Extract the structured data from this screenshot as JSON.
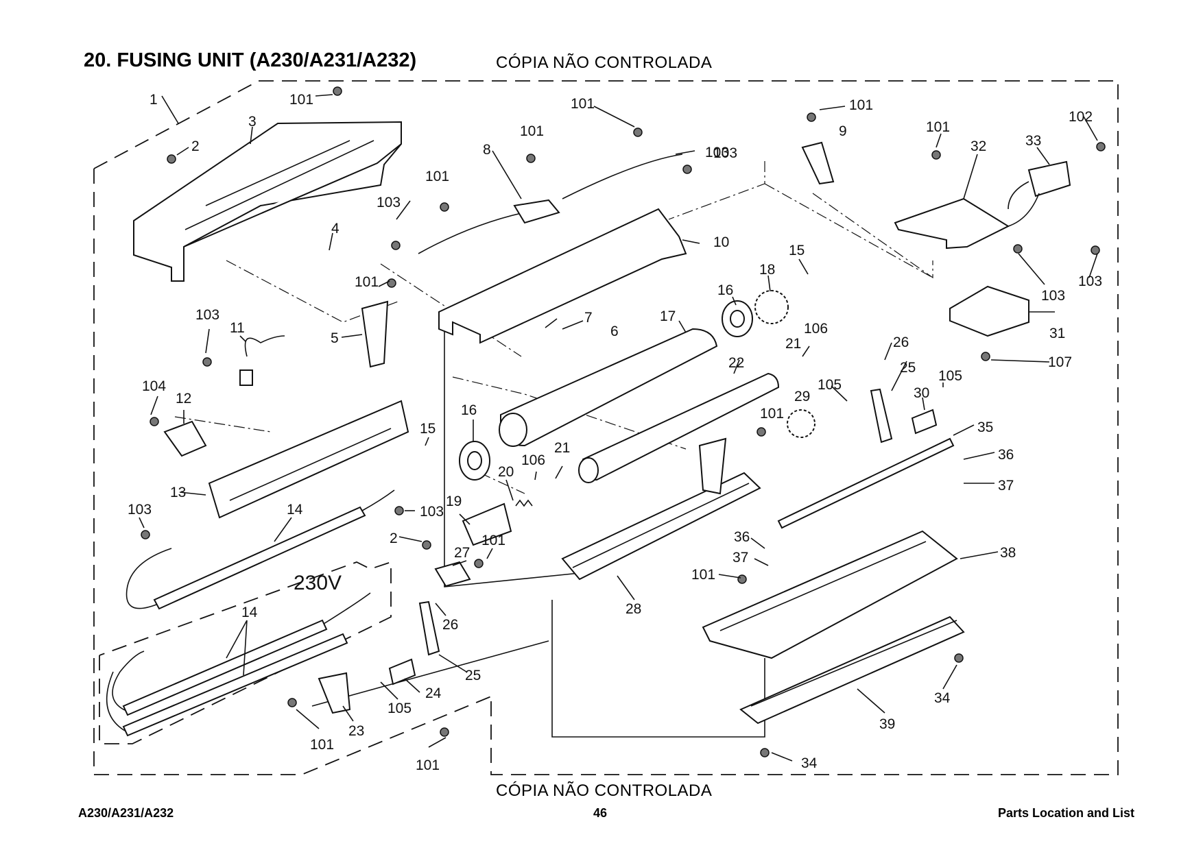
{
  "header": {
    "title": "20. FUSING UNIT (A230/A231/A232)",
    "watermark_top": "CÓPIA NÃO CONTROLADA"
  },
  "footer": {
    "watermark_bottom": "CÓPIA NÃO CONTROLADA",
    "model": "A230/A231/A232",
    "page_number": "46",
    "section": "Parts Location and List"
  },
  "diagram": {
    "voltage_label": "230V",
    "callouts": [
      "1",
      "101",
      "3",
      "2",
      "4",
      "8",
      "101",
      "101",
      "101",
      "103",
      "101",
      "103",
      "9",
      "10",
      "101",
      "102",
      "32",
      "33",
      "103",
      "103",
      "103",
      "5",
      "101",
      "7",
      "6",
      "17",
      "16",
      "18",
      "15",
      "103",
      "11",
      "104",
      "12",
      "13",
      "16",
      "15",
      "14",
      "103",
      "103",
      "2",
      "19",
      "20",
      "106",
      "21",
      "101",
      "27",
      "14",
      "26",
      "25",
      "24",
      "105",
      "101",
      "23",
      "101",
      "21",
      "106",
      "22",
      "26",
      "25",
      "105",
      "101",
      "29",
      "30",
      "105",
      "35",
      "36",
      "37",
      "28",
      "36",
      "37",
      "101",
      "38",
      "31",
      "107",
      "34",
      "39",
      "34"
    ]
  },
  "colors": {
    "ink": "#111111",
    "background": "#ffffff"
  }
}
